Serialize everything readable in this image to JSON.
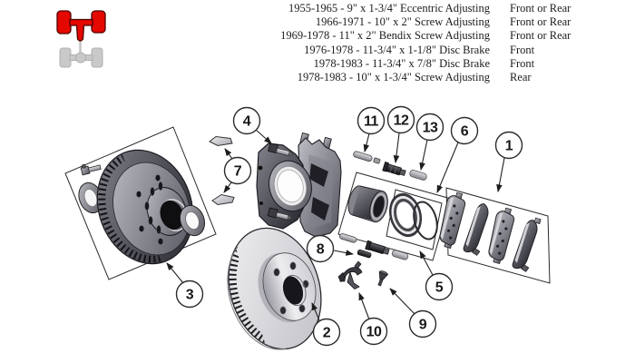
{
  "header": {
    "rows": [
      {
        "spec": "1955-1965 - 9\" x 1-3/4\" Eccentric Adjusting",
        "fitment": "Front or Rear"
      },
      {
        "spec": "1966-1971 - 10\" x 2\" Screw Adjusting",
        "fitment": "Front or Rear"
      },
      {
        "spec": "1969-1978 - 11\" x 2\" Bendix Screw Adjusting",
        "fitment": "Front or Rear"
      },
      {
        "spec": "1976-1978 - 11-3/4\" x 1-1/8\" Disc Brake",
        "fitment": "Front"
      },
      {
        "spec": "1978-1983 - 11-3/4\" x 7/8\" Disc Brake",
        "fitment": "Front"
      },
      {
        "spec": "1978-1983 - 10\" x 1-3/4\" Screw Adjusting",
        "fitment": "Rear"
      }
    ]
  },
  "axle_icon": {
    "name": "front-axle-indicator-icon",
    "front_color": "#e40800",
    "rear_color": "#c9c9c9"
  },
  "diagram": {
    "line_color": "#2a2a2a",
    "callouts": [
      {
        "number": "1"
      },
      {
        "number": "2"
      },
      {
        "number": "3"
      },
      {
        "number": "4"
      },
      {
        "number": "5"
      },
      {
        "number": "6"
      },
      {
        "number": "7"
      },
      {
        "number": "8"
      },
      {
        "number": "9"
      },
      {
        "number": "10"
      },
      {
        "number": "11"
      },
      {
        "number": "12"
      },
      {
        "number": "13"
      }
    ]
  }
}
